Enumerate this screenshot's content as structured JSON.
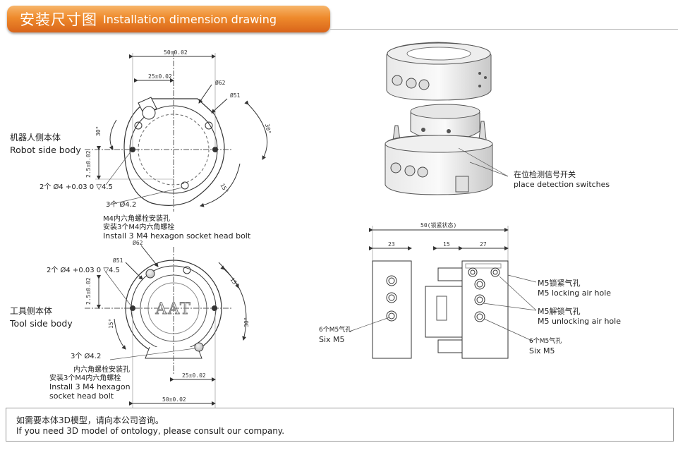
{
  "header": {
    "title_zh": "安装尺寸图",
    "title_en": "Installation dimension drawing"
  },
  "robot_side": {
    "label_zh": "机器人侧本体",
    "label_en": "Robot side body"
  },
  "tool_side": {
    "label_zh": "工具侧本体",
    "label_en": "Tool side body"
  },
  "robot_dims": {
    "d50": "50±0.02",
    "d25": "25±0.02",
    "dia62": "Ø62",
    "dia51": "Ø51",
    "ang30": "30°",
    "h25": "2.5±0.02",
    "ang15": "15°",
    "pin": "2个  Ø4 +0.03 0 ▽4.5",
    "holes": "3个  Ø4.2"
  },
  "robot_bolt": {
    "line1": "M4内六角螺栓安装孔",
    "line2": "安装3个M4内六角螺栓",
    "line3": "Install 3 M4 hexagon socket head bolt"
  },
  "tool_dims": {
    "dia62": "Ø62",
    "dia51": "Ø51",
    "pin": "2个  Ø4 +0.03 0 ▽4.5",
    "h25": "2.5±0.02",
    "ang30": "30°",
    "ang15": "15°",
    "d25": "25±0.02",
    "d50": "50±0.02",
    "holes": "3个  Ø4.2",
    "logo": "AAT"
  },
  "tool_bolt": {
    "line1": "内六角螺栓安装孔",
    "line2": "安装3个M4内六角螺栓",
    "line3": "Install 3 M4 hexagon",
    "line4": "socket head bolt"
  },
  "side_view": {
    "d50": "50(锁紧状态)",
    "d23": "23",
    "d15": "15",
    "d27": "27"
  },
  "callouts": {
    "switch_zh": "在位检测信号开关",
    "switch_en": "place detection switches",
    "m5lock_zh": "M5锁紧气孔",
    "m5lock_en": "M5 locking air hole",
    "m5unlock_zh": "M5解锁气孔",
    "m5unlock_en": "M5 unlocking air hole",
    "six_left_zh": "6个M5气孔",
    "six_left_en": "Six M5",
    "six_right_zh": "6个M5气孔",
    "six_right_en": "Six M5"
  },
  "footer": {
    "line_zh": "如需要本体3D模型，请向本公司咨询。",
    "line_en": "If you need 3D model of ontology, please consult our company."
  },
  "colors": {
    "header_orange": "#ee8a2c",
    "line": "#333333"
  }
}
